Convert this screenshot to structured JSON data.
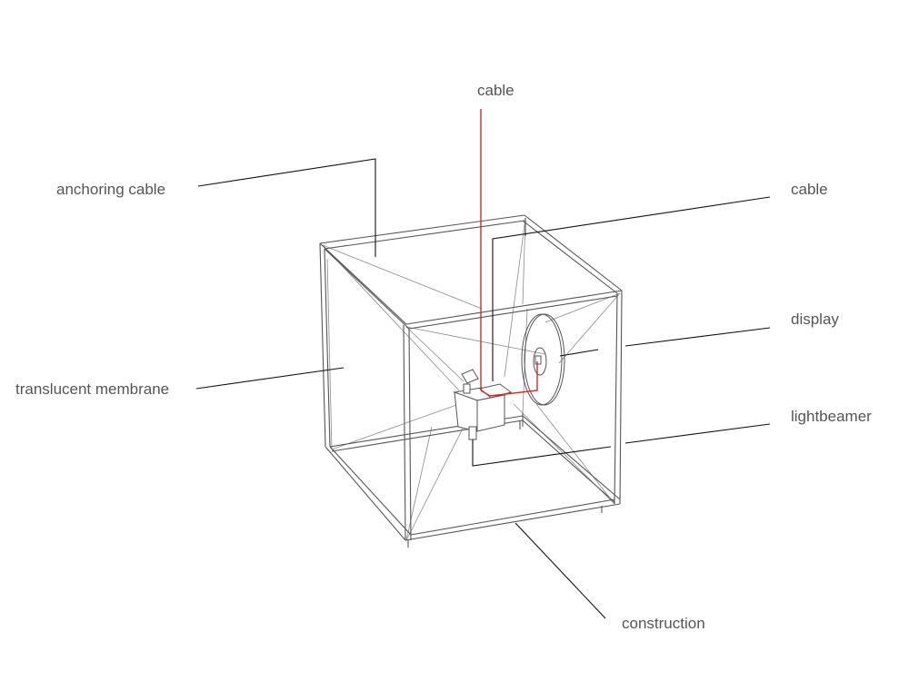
{
  "labels": {
    "cable_top": "cable",
    "anchoring_cable": "anchoring cable",
    "cable_right": "cable",
    "display": "display",
    "translucent_membrane": "translucent membrane",
    "lightbeamer": "lightbeamer",
    "construction": "construction"
  },
  "colors": {
    "frame": "#555555",
    "thin": "#888888",
    "leader": "#111111",
    "cable_highlight": "#d42a2a",
    "label_text": "#555555"
  }
}
